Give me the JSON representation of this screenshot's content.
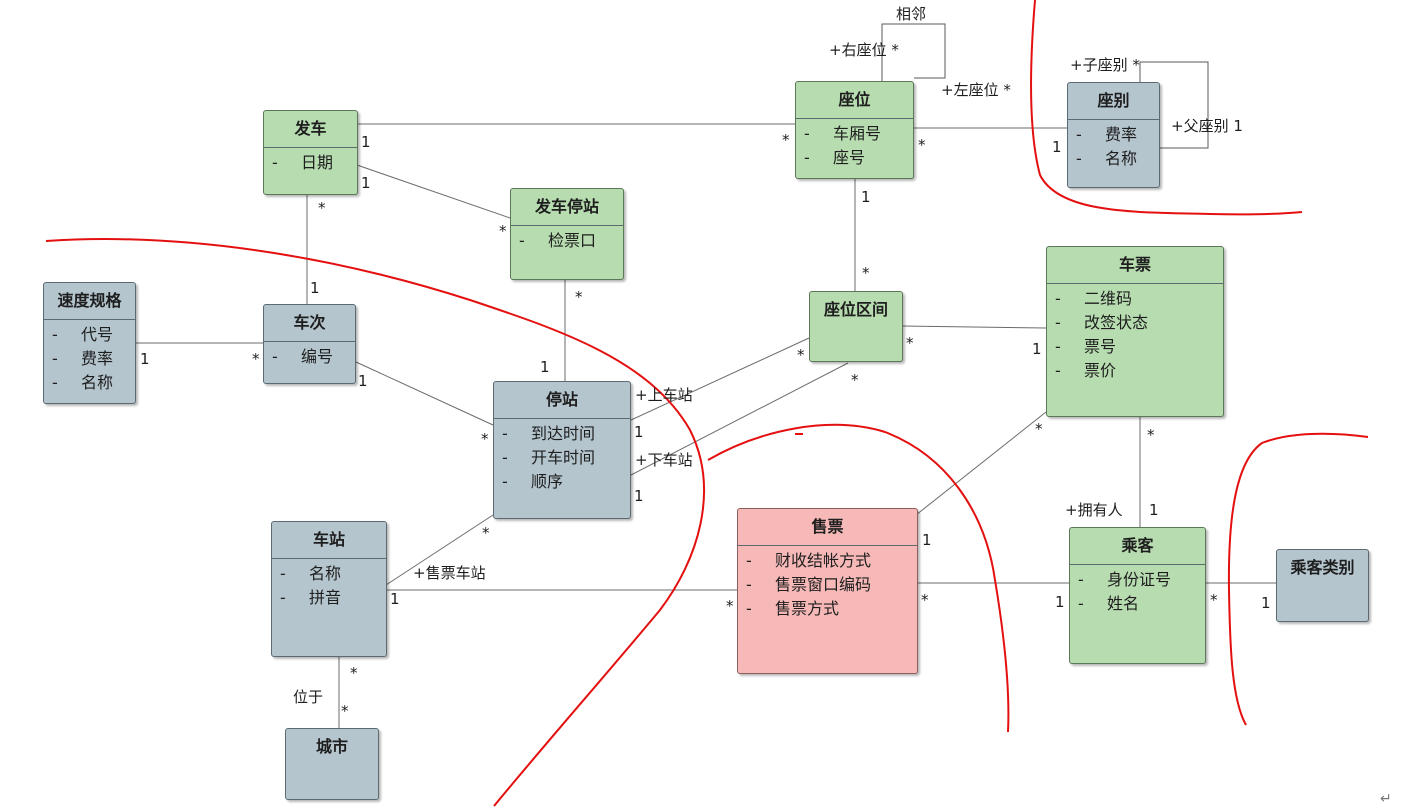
{
  "classes": {
    "fache": {
      "name": "发车",
      "attrs": [
        "日期"
      ]
    },
    "zuowei": {
      "name": "座位",
      "attrs": [
        "车厢号",
        "座号"
      ]
    },
    "zuobie": {
      "name": "座别",
      "attrs": [
        "费率",
        "名称"
      ]
    },
    "fachetingzhan": {
      "name": "发车停站",
      "attrs": [
        "检票口"
      ]
    },
    "suduguige": {
      "name": "速度规格",
      "attrs": [
        "代号",
        "费率",
        "名称"
      ]
    },
    "checi": {
      "name": "车次",
      "attrs": [
        "编号"
      ]
    },
    "zuoweiqujian": {
      "name": "座位区间",
      "attrs": []
    },
    "chepiao": {
      "name": "车票",
      "attrs": [
        "二维码",
        "改签状态",
        "票号",
        "票价"
      ]
    },
    "tingzhan": {
      "name": "停站",
      "attrs": [
        "到达时间",
        "开车时间",
        "顺序"
      ]
    },
    "chezhan": {
      "name": "车站",
      "attrs": [
        "名称",
        "拼音"
      ]
    },
    "shoupiao": {
      "name": "售票",
      "attrs": [
        "财收结帐方式",
        "售票窗口编码",
        "售票方式"
      ]
    },
    "chengke": {
      "name": "乘客",
      "attrs": [
        "身份证号",
        "姓名"
      ]
    },
    "chengkeleibie": {
      "name": "乘客类别",
      "attrs": []
    },
    "chengshi": {
      "name": "城市",
      "attrs": []
    }
  },
  "labels": {
    "xianglin": "相邻",
    "youzuowei": "+右座位 *",
    "zuozuowei": "+左座位 *",
    "zizuobie": "+子座别 *",
    "fuzuobie": "+父座别 1",
    "shangchezhan": "+上车站",
    "xiachezhan": "+下车站",
    "shoupiaochezhan": "+售票车站",
    "yongyouren": "+拥有人",
    "weiyu": "位于",
    "one": "1",
    "many": "*"
  },
  "dash": "-",
  "corner_mark": "↵",
  "colors": {
    "green": "#b7dcb0",
    "blue": "#b4c5ce",
    "pink": "#f6b9b8",
    "line": "#6b6b6b",
    "red_partition": "#e41010"
  }
}
